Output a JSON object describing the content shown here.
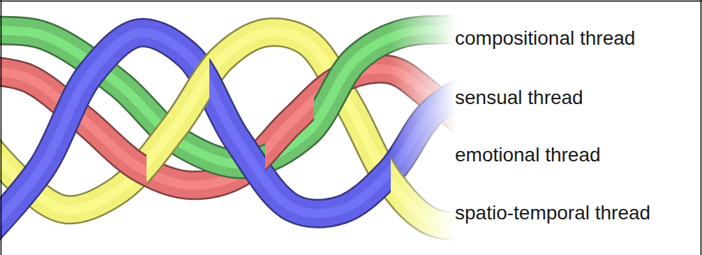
{
  "diagram": {
    "legend": [
      {
        "text": "compositional thread",
        "color": "#6dc46d"
      },
      {
        "text": "sensual thread",
        "color": "#6262e8"
      },
      {
        "text": "emotional thread",
        "color": "#e57373"
      },
      {
        "text": "spatio-temporal thread",
        "color": "#f2f27a"
      }
    ]
  }
}
